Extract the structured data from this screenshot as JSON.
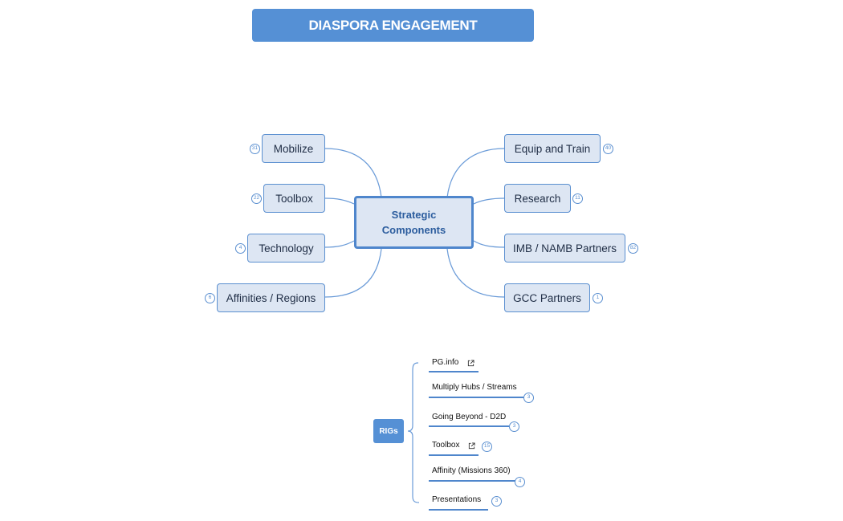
{
  "title": "DIASPORA ENGAGEMENT",
  "central": {
    "line1": "Strategic",
    "line2": "Components"
  },
  "left_topics": [
    {
      "label": "Mobilize",
      "count": "31"
    },
    {
      "label": "Toolbox",
      "count": "22"
    },
    {
      "label": "Technology",
      "count": "4"
    },
    {
      "label": "Affinities / Regions",
      "count": "6"
    }
  ],
  "right_topics": [
    {
      "label": "Equip and Train",
      "count": "40"
    },
    {
      "label": "Research",
      "count": "11"
    },
    {
      "label": "IMB / NAMB Partners",
      "count": "82"
    },
    {
      "label": "GCC Partners",
      "count": "1"
    }
  ],
  "rigs": {
    "label": "RIGs",
    "items": [
      {
        "label": "PG.info",
        "count": "",
        "link": true
      },
      {
        "label": "Multiply Hubs / Streams",
        "count": "3",
        "link": false
      },
      {
        "label": "Going Beyond - D2D",
        "count": "3",
        "link": false
      },
      {
        "label": "Toolbox",
        "count": "15",
        "link": true
      },
      {
        "label": "Affinity (Missions 360)",
        "count": "4",
        "link": false
      },
      {
        "label": "Presentations",
        "count": "3",
        "link": false
      }
    ]
  },
  "colors": {
    "accent": "#5590d5",
    "topic_fill": "#dde6f3",
    "line": "#6a9bd8"
  }
}
